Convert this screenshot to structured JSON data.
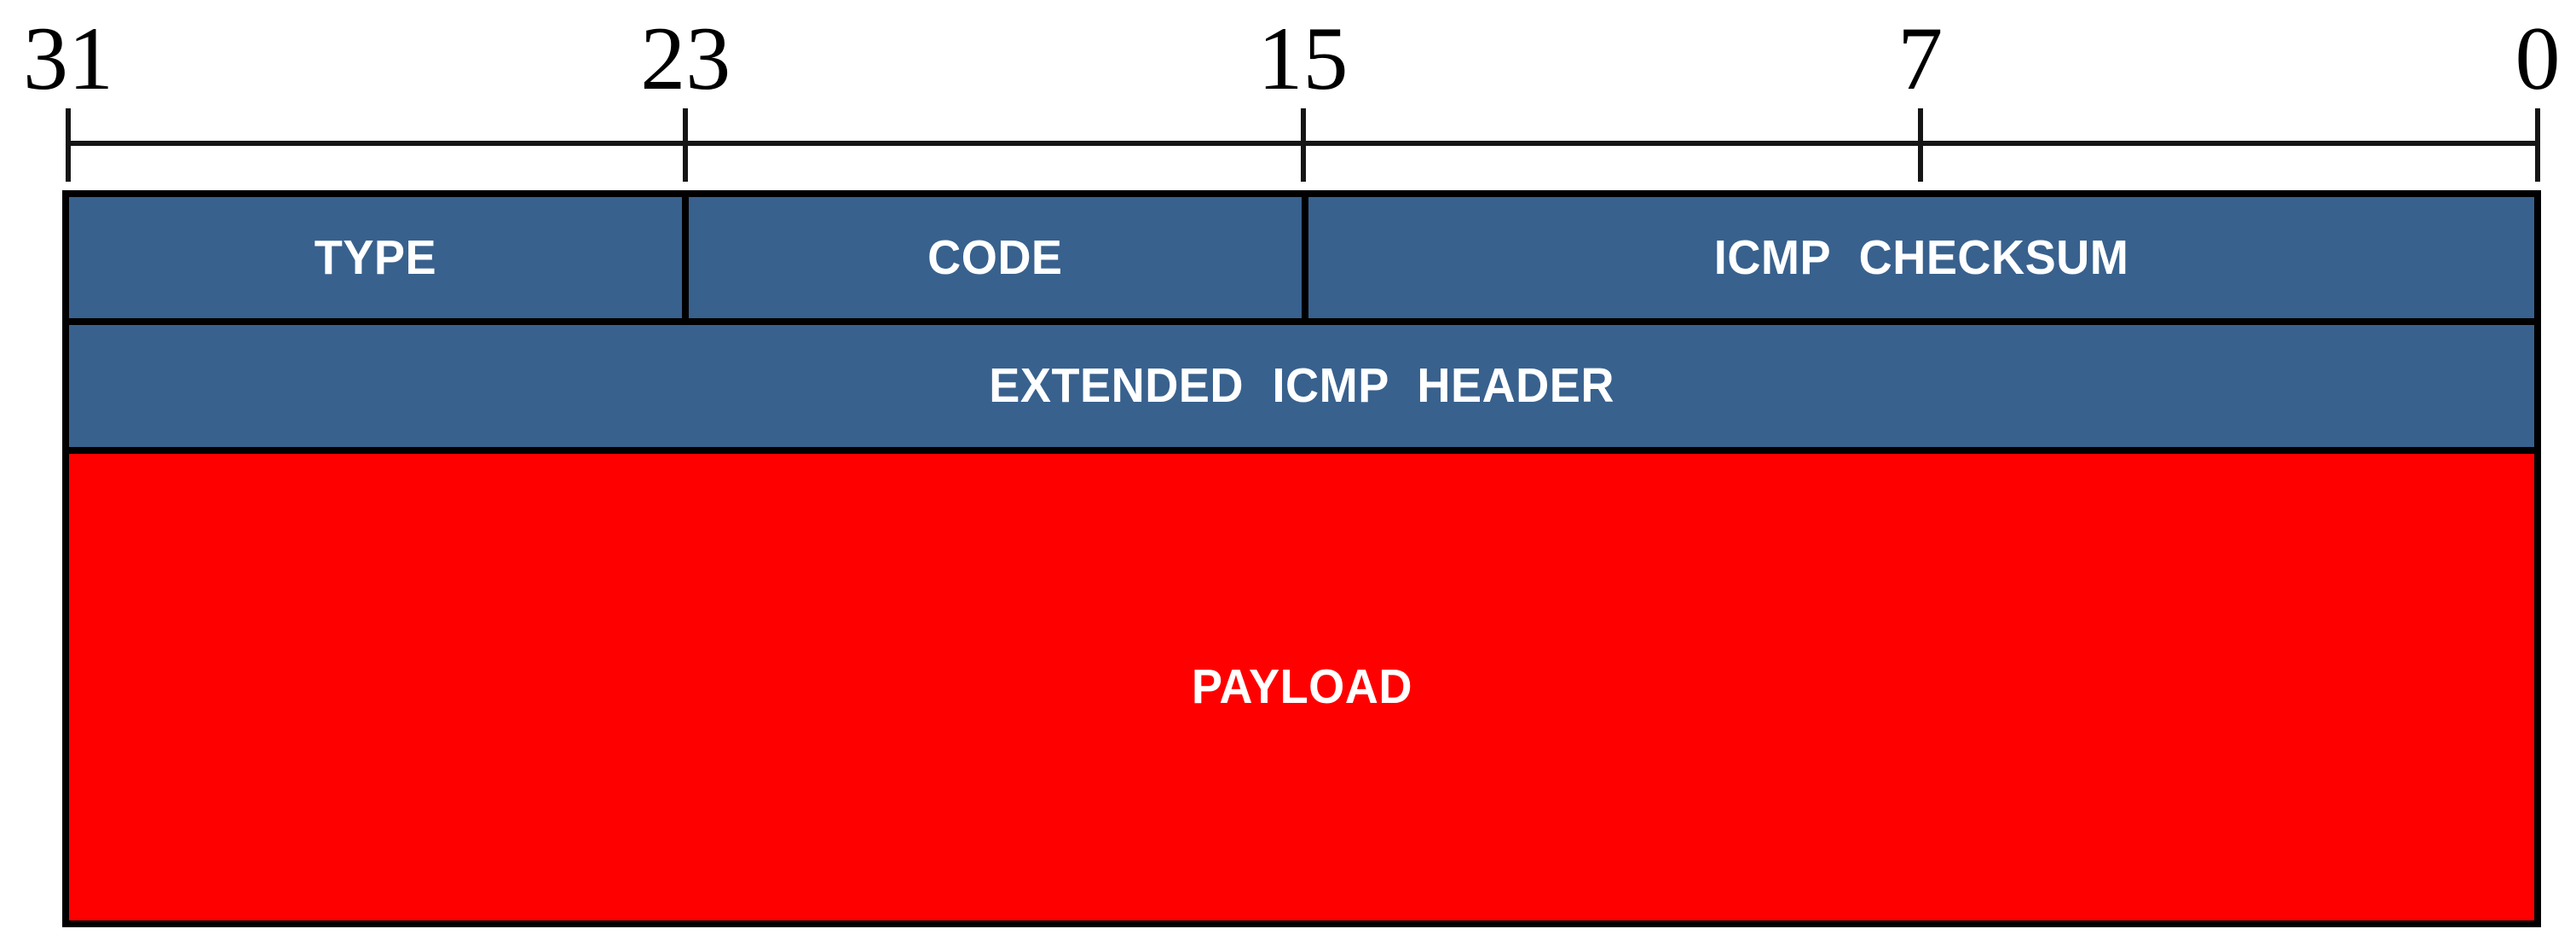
{
  "diagram": {
    "kind": "packet-structure",
    "bit_width": 32
  },
  "ruler": {
    "bit_labels": [
      "31",
      "23",
      "15",
      "7",
      "0"
    ]
  },
  "fields": {
    "type": {
      "label": "TYPE"
    },
    "code": {
      "label": "CODE"
    },
    "checksum": {
      "label": "ICMP CHECKSUM"
    },
    "extended_header": {
      "label": "EXTENDED ICMP HEADER"
    },
    "payload": {
      "label": "PAYLOAD"
    }
  },
  "colors": {
    "header_fill": "#38618e",
    "payload_fill": "#fe0000",
    "border": "#000000",
    "label_text": "#ffffff",
    "ruler": "#151515",
    "bg": "#ffffff"
  }
}
